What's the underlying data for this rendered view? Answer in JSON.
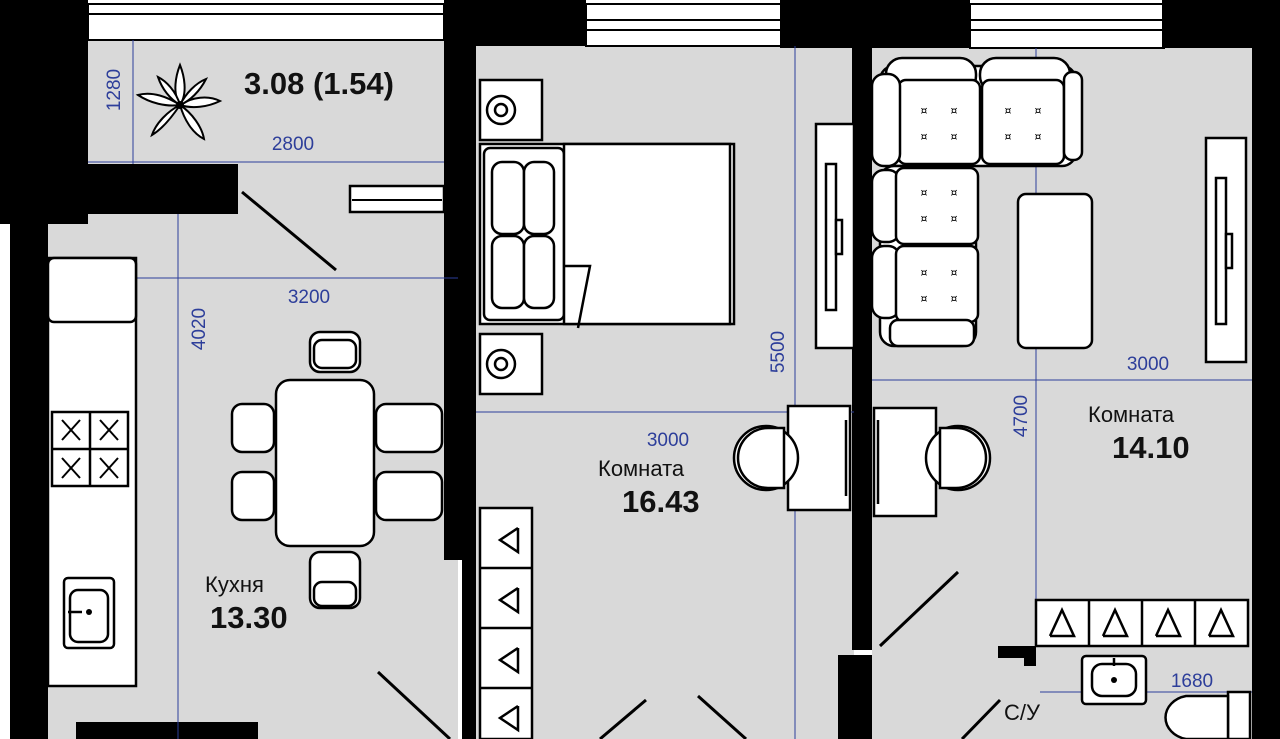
{
  "balcony": {
    "area": "3.08 (1.54)",
    "dim_width": "2800",
    "dim_height": "1280"
  },
  "kitchen": {
    "name": "Кухня",
    "area": "13.30",
    "dim_width": "3200",
    "dim_height": "4020"
  },
  "bedroom": {
    "name": "Комната",
    "area": "16.43",
    "dim_width": "3000",
    "dim_height": "5500"
  },
  "living": {
    "name": "Комната",
    "area": "14.10",
    "dim_width": "3000",
    "dim_height": "4700"
  },
  "bathroom": {
    "name": "С/У",
    "dim_width": "1680"
  },
  "colors": {
    "room_fill": "#d9d9d9",
    "wall": "#000000",
    "dimension_line": "#2d3e9a"
  }
}
